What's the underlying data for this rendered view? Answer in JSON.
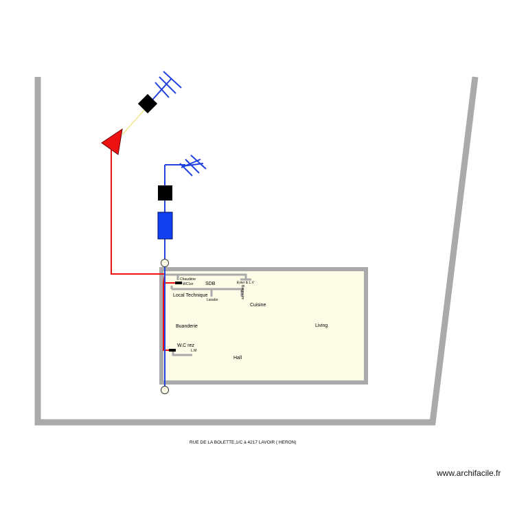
{
  "plan": {
    "address": "RUE DE LA BOLETTE,1/C à 4217  LAVOIR ( HERON)",
    "watermark": "www.archifacile.fr",
    "rooms": {
      "sdb": "SDB",
      "local_technique": "Local Technique",
      "cuisine": "Cuisine",
      "buanderie": "Buanderie",
      "living": "Living",
      "wc_rez": "W.C rez",
      "hall": "Hall"
    },
    "fixtures": {
      "chaudiere": "Chaudière",
      "wc1er": "WC1er",
      "evier_lv": "Evier & L.V",
      "baignoire": "Baignoire",
      "lavabo": "Lavabo",
      "lm": "L.M"
    }
  },
  "colors": {
    "wall": "#aaaaaa",
    "room_fill": "#fbfbe6",
    "water_pipe": "#2040e0",
    "hot_pipe": "#ee1111",
    "drain": "#aaaaaa",
    "meter": "#1040f0"
  },
  "icons": [
    "antenna-icon",
    "valve-icon",
    "triangle-red-icon",
    "water-meter-icon",
    "pipe-end-icon"
  ]
}
